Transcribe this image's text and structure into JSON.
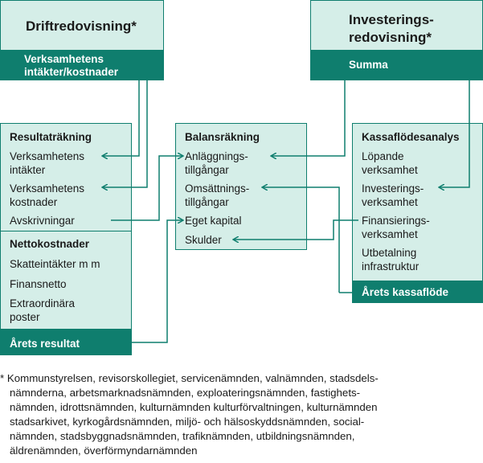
{
  "drift": {
    "title_line1": "Driftredovisning*",
    "bar_line1": "Verksamhetens",
    "bar_line2": "intäkter/kostnader"
  },
  "invest": {
    "title_line1": "Investerings-",
    "title_line2": "redovisning*",
    "bar": "Summa"
  },
  "resultat": {
    "heading": "Resultaträkning",
    "items": [
      [
        "Verksamhetens",
        "intäkter"
      ],
      [
        "Verksamhetens",
        "kostnader"
      ],
      [
        "Avskrivningar"
      ]
    ],
    "netto_heading": "Nettokostnader",
    "netto_items": [
      [
        "Skatteintäkter m m"
      ],
      [
        "Finansnetto"
      ],
      [
        "Extraordinära",
        "poster"
      ]
    ],
    "bar": "Årets resultat"
  },
  "balans": {
    "heading": "Balansräkning",
    "items": [
      [
        "Anläggnings-",
        "tillgångar"
      ],
      [
        "Omsättnings-",
        "tillgångar"
      ],
      [
        "Eget kapital"
      ],
      [
        "Skulder"
      ]
    ]
  },
  "kassa": {
    "heading": "Kassaflödesanalys",
    "items": [
      [
        "Löpande",
        "verksamhet"
      ],
      [
        "Investerings-",
        "verksamhet"
      ],
      [
        "Finansierings-",
        "verksamhet"
      ],
      [
        "Utbetalning",
        "infrastruktur"
      ]
    ],
    "bar": "Årets kassaflöde"
  },
  "footnote": {
    "lines": [
      "* Kommunstyrelsen, revisorskollegiet, servicenämnden, valnämnden, stadsdels-",
      "nämnderna, arbetsmarknadsnämnden, exploateringsnämnden, fastighets-",
      "nämnden, idrottsnämnden, kulturnämnden kulturförvaltningen, kulturnämnden",
      "stadsarkivet, kyrkogårdsnämnden, miljö- och hälsoskyddsnämnden, social-",
      "nämnden, stadsbyggnadsnämnden, trafiknämnden, utbildningsnämnden,",
      "äldrenämnden, överförmyndarnämnden"
    ]
  },
  "colors": {
    "box_fill": "#d5eee8",
    "accent": "#0f7e6e"
  }
}
